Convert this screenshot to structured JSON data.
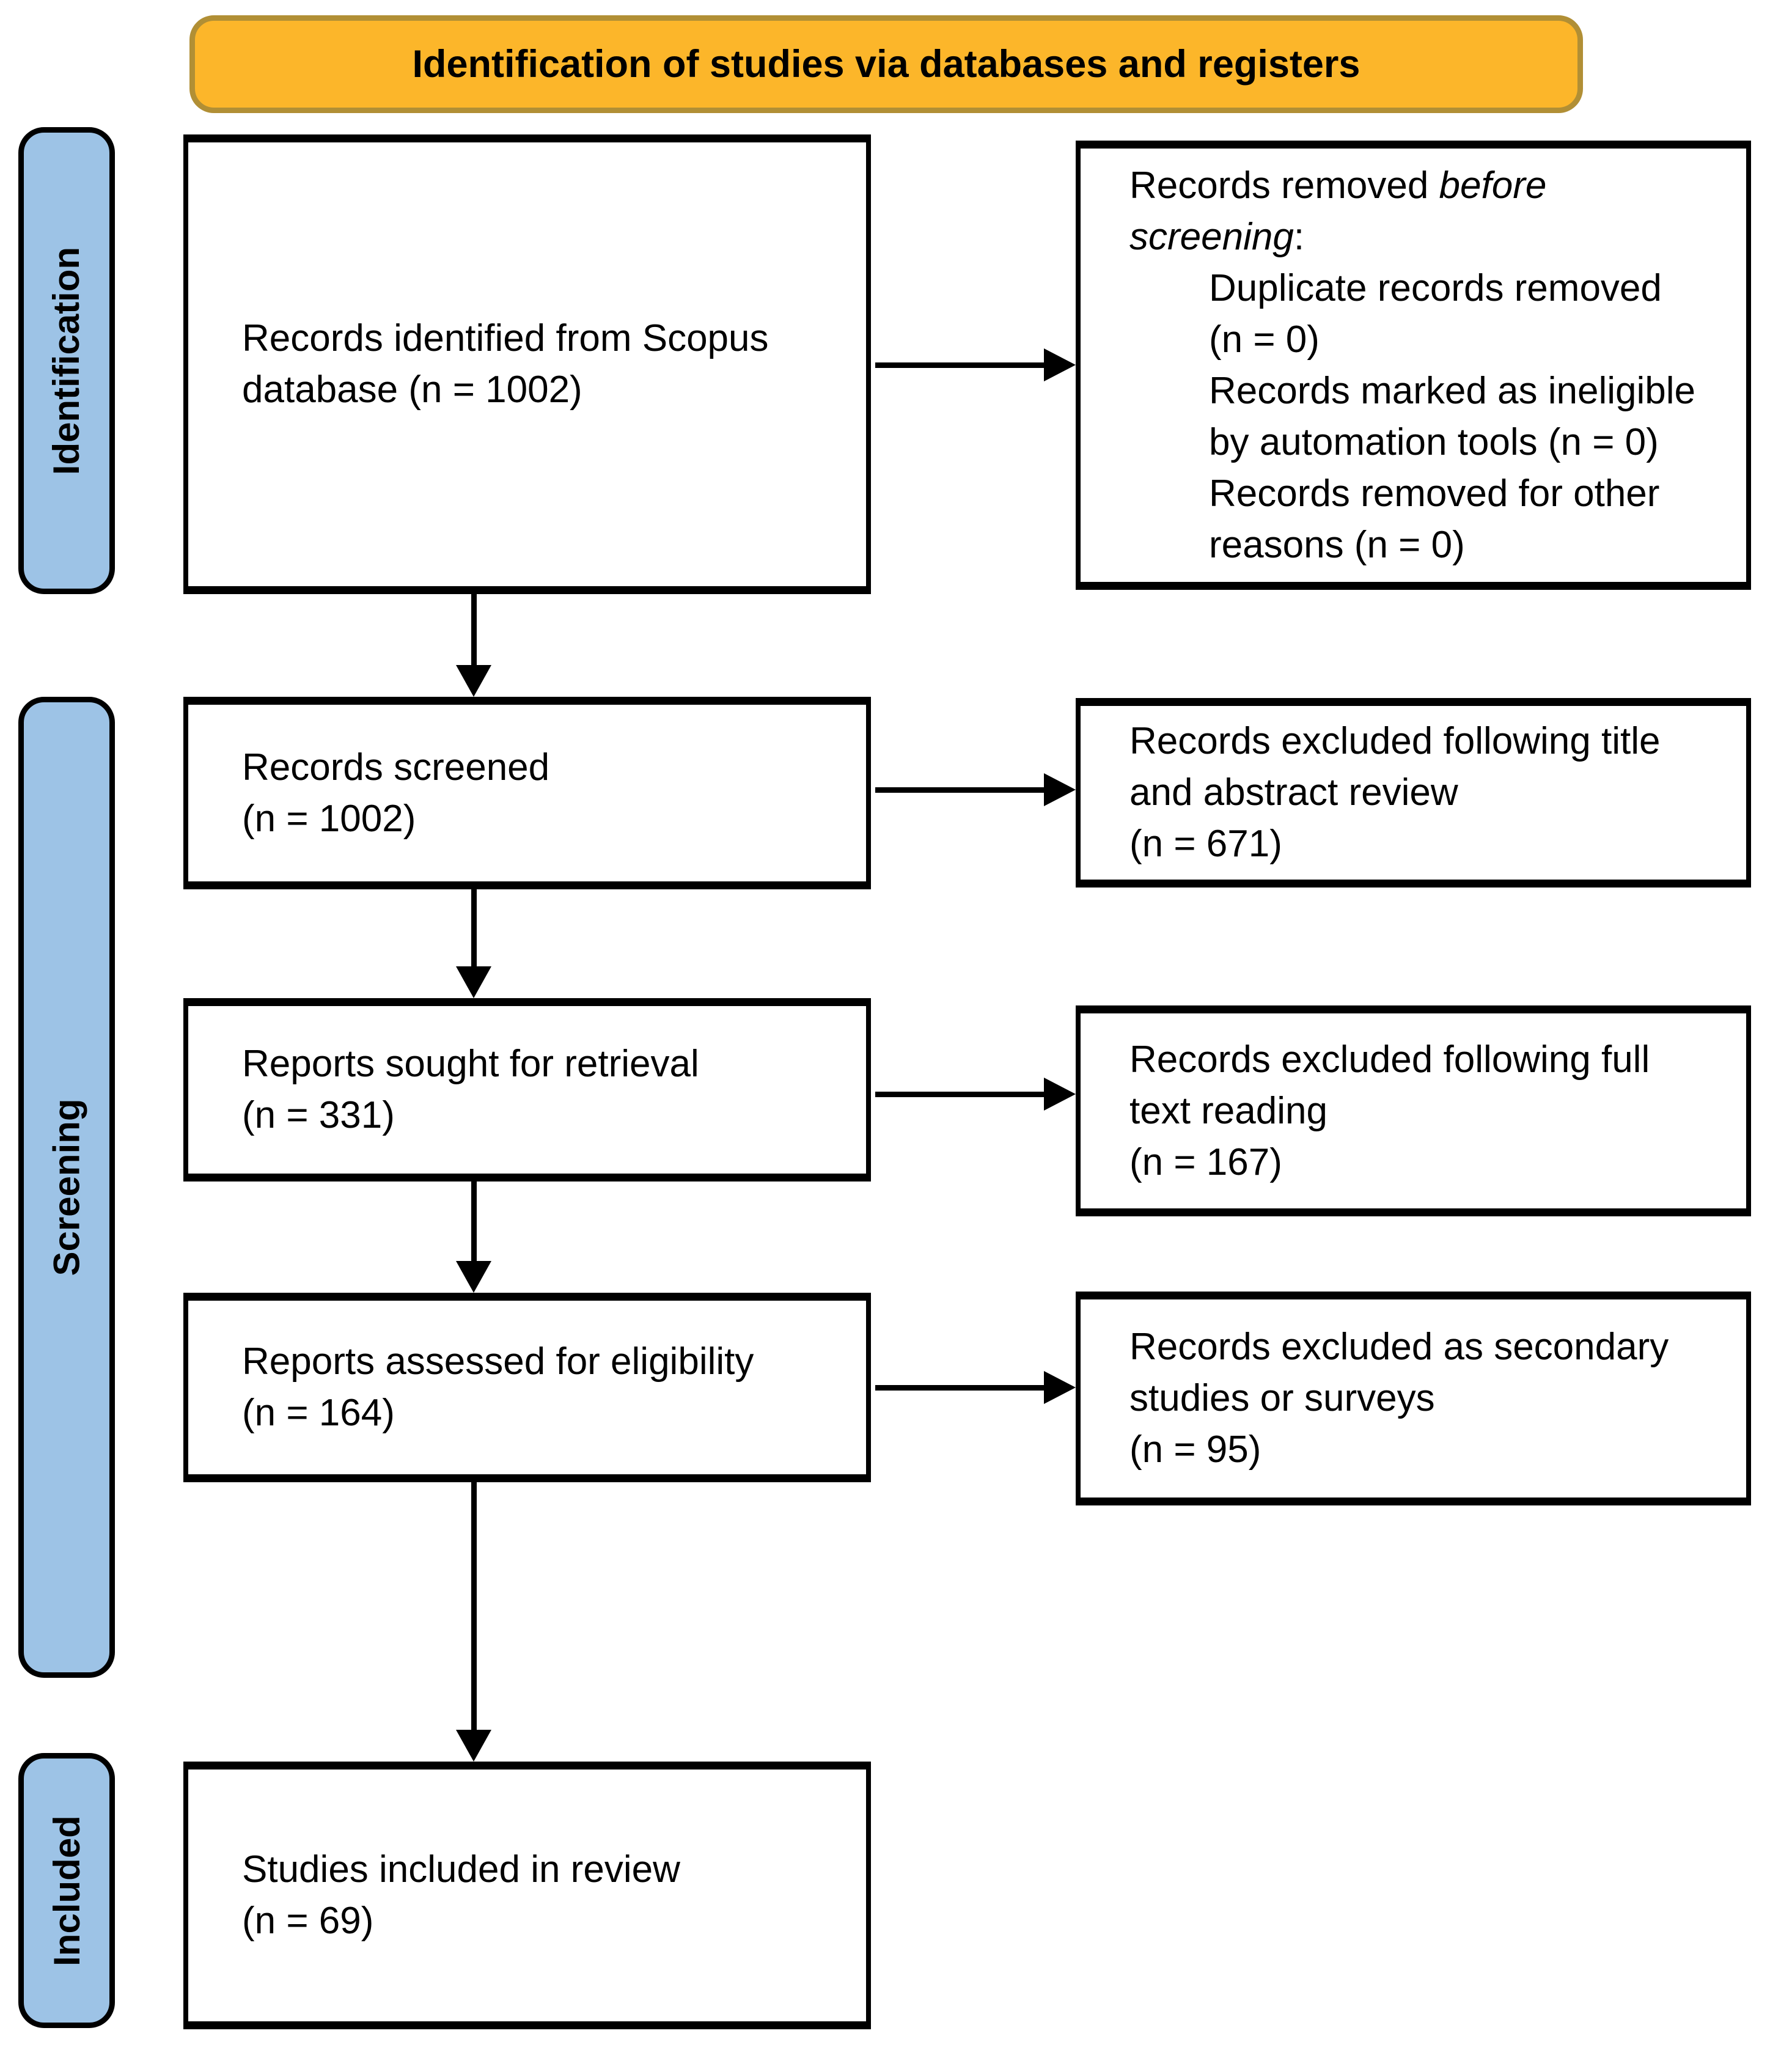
{
  "banner": {
    "title": "Identification of studies via databases and registers"
  },
  "stages": [
    {
      "label": "Identification"
    },
    {
      "label": "Screening"
    },
    {
      "label": "Included"
    }
  ],
  "flow": {
    "identified": {
      "lines": [
        "Records identified from Scopus",
        "database (n = 1002)"
      ]
    },
    "removed_before_screening": {
      "lead_line1_plain": "Records removed ",
      "lead_line1_italic": "before",
      "lead_line2_italic": "screening",
      "lead_line2_plain": ":",
      "reasons": [
        {
          "lines": [
            "Duplicate records removed",
            "(n = 0)"
          ]
        },
        {
          "lines": [
            "Records marked as ineligible",
            "by automation tools (n = 0)"
          ]
        },
        {
          "lines": [
            "Records removed for other",
            "reasons (n = 0)"
          ]
        }
      ]
    },
    "screened": {
      "lines": [
        "Records screened",
        "(n = 1002)"
      ]
    },
    "excluded_title_abstract": {
      "lines": [
        "Records excluded following title",
        "and abstract review",
        "(n = 671)"
      ]
    },
    "sought_retrieval": {
      "lines": [
        "Reports sought for retrieval",
        "(n = 331)"
      ]
    },
    "excluded_full_text": {
      "lines": [
        "Records excluded following full",
        "text reading",
        "(n = 167)"
      ]
    },
    "assessed_eligibility": {
      "lines": [
        "Reports assessed for eligibility",
        "(n = 164)"
      ]
    },
    "excluded_secondary": {
      "lines": [
        "Records excluded as secondary",
        "studies or surveys",
        "(n = 95)"
      ]
    },
    "included_review": {
      "lines": [
        "Studies included in review",
        "(n = 69)"
      ]
    }
  },
  "colors": {
    "banner_fill": "#FCB62A",
    "banner_border": "#B18F35",
    "stage_fill": "#9DC3E6",
    "box_border": "#000000",
    "text": "#000000",
    "background": "#FFFFFF"
  }
}
